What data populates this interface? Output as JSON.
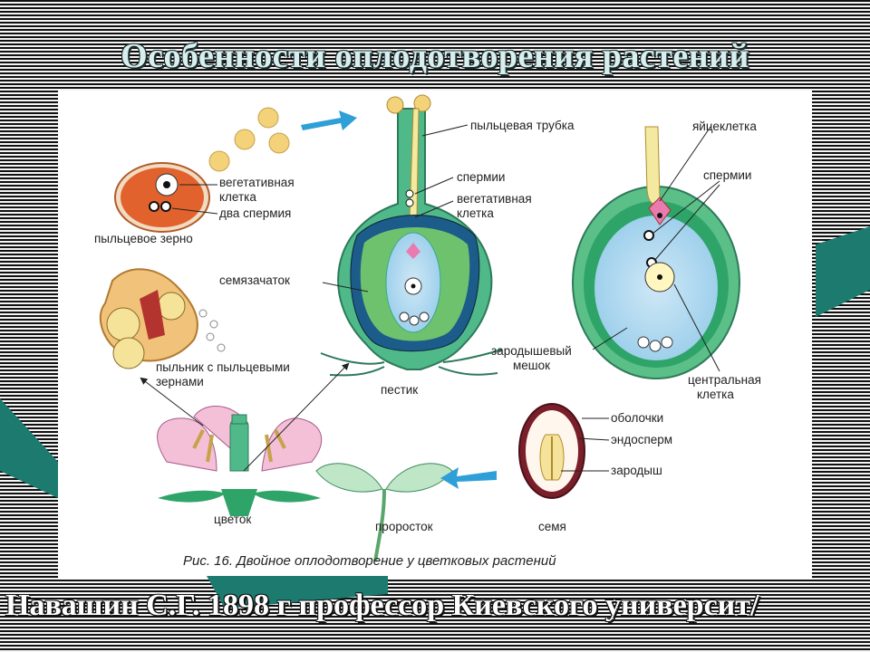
{
  "title": "Особенности оплодотворения растений",
  "footer": "Навашин С.Г. 1898 г профессор Киевского университ/",
  "figure": {
    "caption": "Рис. 16. Двойное оплодотворение у цветковых растений",
    "labels": {
      "vegetative_cell_1": "вегетативная",
      "vegetative_cell_2": "клетка",
      "two_sperms": "два спермия",
      "pollen_grain": "пыльцевое зерно",
      "pollen_tube": "пыльцевая трубка",
      "sperms_pistil": "спермии",
      "vegetative_cell_pistil_1": "вегетативная",
      "vegetative_cell_pistil_2": "клетка",
      "ovule": "семязачаток",
      "pistil": "пестик",
      "egg_cell": "яйцеклетка",
      "sperms_sac": "спермии",
      "embryo_sac_1": "зародышевый",
      "embryo_sac_2": "мешок",
      "central_cell_1": "центральная",
      "central_cell_2": "клетка",
      "anther_1": "пыльник с пыльцевыми",
      "anther_2": "зернами",
      "flower": "цветок",
      "seedling": "проросток",
      "seed": "семя",
      "seed_coat": "оболочки",
      "endosperm": "эндосперм",
      "embryo": "зародыш"
    }
  },
  "colors": {
    "accent_teal": "#1d7a6e",
    "arrow_blue": "#2f9fd8",
    "pistil_green": "#4fb98a",
    "pollen_orange": "#e2622e"
  }
}
